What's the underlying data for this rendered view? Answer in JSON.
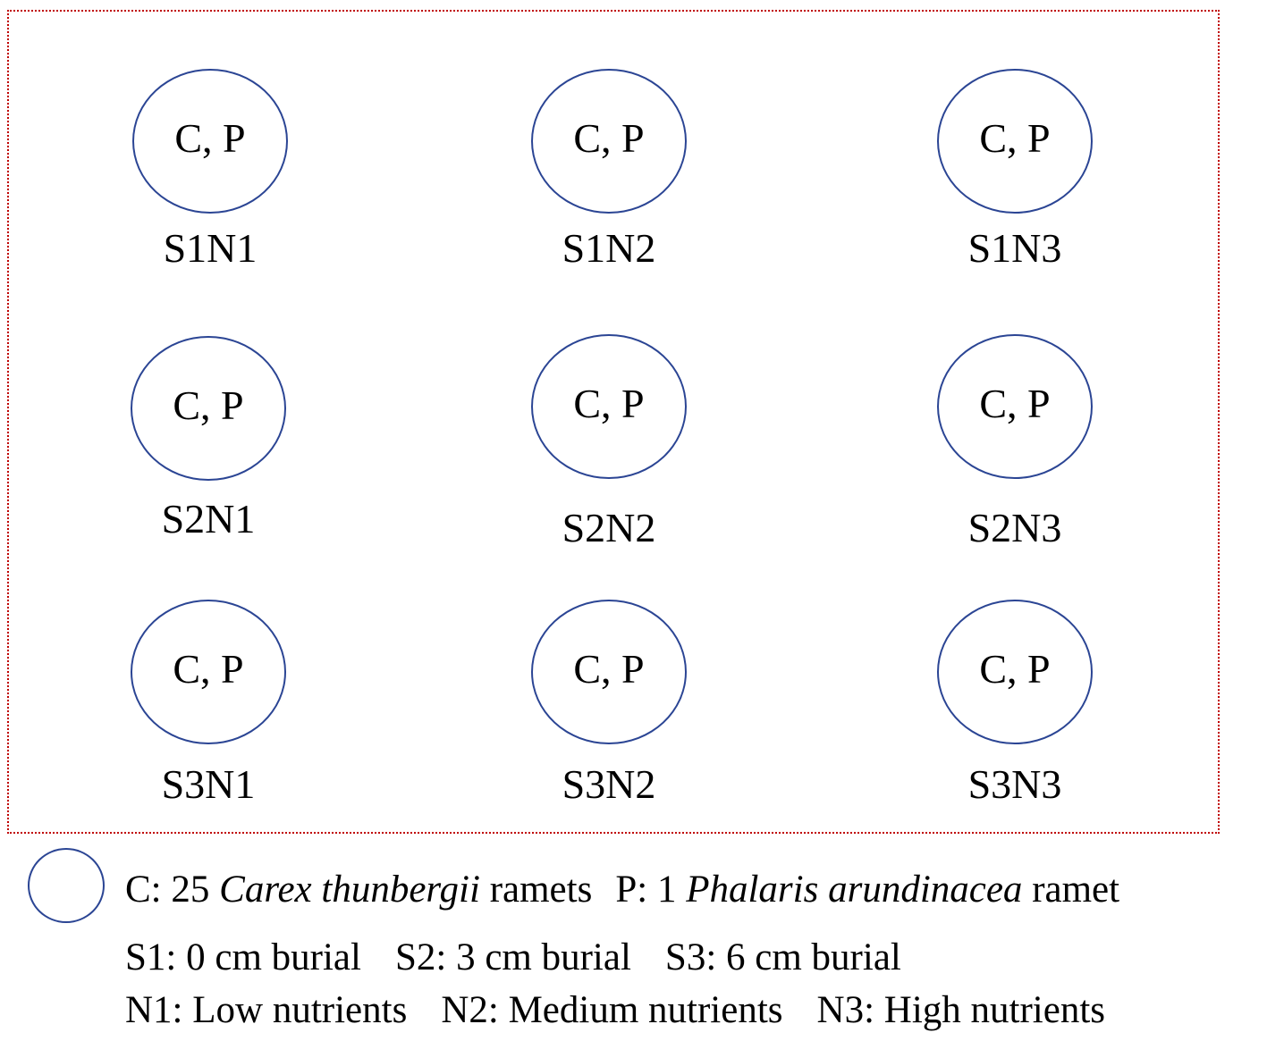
{
  "plots": [
    {
      "content": "C, P",
      "label": "S1N1"
    },
    {
      "content": "C, P",
      "label": "S1N2"
    },
    {
      "content": "C, P",
      "label": "S1N3"
    },
    {
      "content": "C, P",
      "label": "S2N1"
    },
    {
      "content": "C, P",
      "label": "S2N2"
    },
    {
      "content": "C, P",
      "label": "S2N3"
    },
    {
      "content": "C, P",
      "label": "S3N1"
    },
    {
      "content": "C, P",
      "label": "S3N2"
    },
    {
      "content": "C, P",
      "label": "S3N3"
    }
  ],
  "legend": {
    "c_prefix": "C: 25 ",
    "c_species": "Carex thunbergii",
    "c_suffix": " ramets",
    "p_prefix": "P: 1 ",
    "p_species": "Phalaris arundinacea",
    "p_suffix": " ramet",
    "s1": "S1: 0 cm burial",
    "s2": "S2: 3 cm burial",
    "s3": "S3: 6 cm burial",
    "n1": "N1: Low nutrients",
    "n2": "N2: Medium nutrients",
    "n3": "N3: High nutrients"
  },
  "colors": {
    "circle_stroke": "#2b4594",
    "frame_border": "#c00000"
  }
}
